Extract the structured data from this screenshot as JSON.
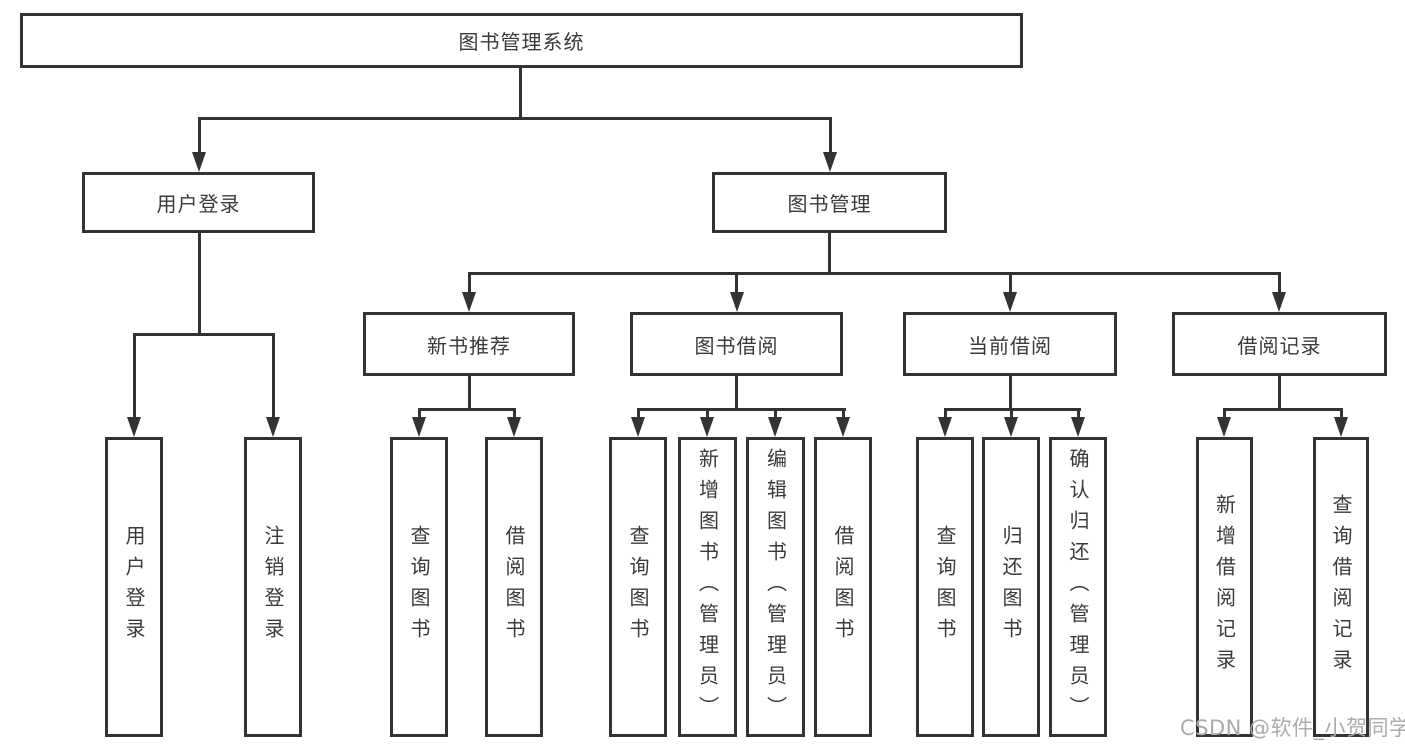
{
  "diagram": {
    "root": {
      "label": "图书管理系统"
    },
    "branches": [
      {
        "label": "用户登录",
        "children": [
          {
            "label": "用户登录"
          },
          {
            "label": "注销登录"
          }
        ]
      },
      {
        "label": "图书管理",
        "children": [
          {
            "label": "新书推荐",
            "children": [
              {
                "label": "查询图书"
              },
              {
                "label": "借阅图书"
              }
            ]
          },
          {
            "label": "图书借阅",
            "children": [
              {
                "label": "查询图书"
              },
              {
                "label": "新增图书（管理员）"
              },
              {
                "label": "编辑图书（管理员）"
              },
              {
                "label": "借阅图书"
              }
            ]
          },
          {
            "label": "当前借阅",
            "children": [
              {
                "label": "查询图书"
              },
              {
                "label": "归还图书"
              },
              {
                "label": "确认归还（管理员）"
              }
            ]
          },
          {
            "label": "借阅记录",
            "children": [
              {
                "label": "新增借阅记录"
              },
              {
                "label": "查询借阅记录"
              }
            ]
          }
        ]
      }
    ],
    "watermark": "CSDN @软件_小贺同学",
    "colors": {
      "line": "#333333",
      "text": "#3a3a3a",
      "background": "#ffffff",
      "watermark": "#ababab"
    }
  }
}
